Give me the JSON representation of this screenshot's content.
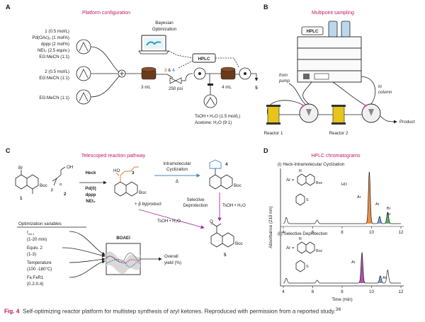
{
  "panels": {
    "A": {
      "letter": "A",
      "title": "Platform configuration",
      "feed1": [
        "1 (0.5 mol/L)",
        "Pd(OAc)₂ (1 mol%)",
        "dppp (2 mol%)",
        "NEt₃ (2.5 equiv.)",
        "EG:MeCN (1:1)"
      ],
      "feed2": [
        "2 (0.5 mol/L)",
        "EG:MeCN (1:1)"
      ],
      "feed3": "EG:MeCN (1:1)",
      "bayesian": [
        "Bayesian",
        "Optimization"
      ],
      "hplc": "HPLC",
      "stream34": "3 & 4",
      "reactor1": "3 mL",
      "bpr": "250 psi",
      "reactor2": "4 mL",
      "product5": "5",
      "acid_feed": [
        "TsOH • H₂O (1.5 mol/L)",
        "Acetone: H₂O (9:1)"
      ]
    },
    "B": {
      "letter": "B",
      "title": "Multipoint sampling",
      "hplc": "HPLC",
      "from_pump": [
        "from",
        "pump"
      ],
      "to_column": [
        "to",
        "column"
      ],
      "reactor1": "Reactor 1",
      "reactor2": "Reactor 2",
      "product": "Product"
    },
    "C": {
      "letter": "C",
      "title": "Telescoped reaction pathway",
      "cmpd1_sub": "Br",
      "cmpd1_boc": "Boc",
      "cmpd1_label": "1",
      "cmpd2_label": "2",
      "cmpd2_alpha": "α",
      "cmpd2_beta": "β",
      "reagents": [
        "Heck",
        "Pd(0)",
        "dppp",
        "NEt₃"
      ],
      "cmpd3_label": "3",
      "cmpd3_boc": "Boc",
      "cmpd3_ho": "HO",
      "byproduct": "+ β byproduct",
      "cyclization": [
        "Intramolecular",
        "Cyclization"
      ],
      "delta": "Δ",
      "cmpd4_label": "4",
      "cmpd4_boc": "Boc",
      "selective": [
        "Selective",
        "Deprotection"
      ],
      "tsoh1": "TsOH • H₂O",
      "tsoh2": "TsOH • H₂O",
      "cmpd5_label": "5",
      "cmpd5_boc": "Boc",
      "opt_title": "Optimization variables",
      "opt_vars": [
        "t",
        "(1-20 min)",
        "Equiv. 2",
        "(1-3)",
        "Temperature",
        "(100 -180°C)",
        "Fᴀ:FᴀR1",
        "(0.2-0.4)"
      ],
      "t_sub": "res,1",
      "boaei": "BOAEI",
      "overall": [
        "Overall",
        "yield (%)"
      ]
    },
    "D": {
      "letter": "D",
      "title": "HPLC chromatograms",
      "sub1": "(i) Heck-Intramolecular Cyclization",
      "sub2": "(ii) Selective Deprotection",
      "ar_eq": "Ar =",
      "r_label": "R",
      "boc": "Boc",
      "ylabel": "Absorbance (210 nm)",
      "xlabel": "Time (min)",
      "ticks": [
        "4",
        "6",
        "8",
        "10",
        "12"
      ],
      "peak_labels_top": [
        "Ar",
        "Br",
        "Ar",
        "HO",
        "Ar"
      ],
      "peak_labels_bottom": [
        "Ar",
        "Ar"
      ]
    }
  },
  "chart_data": [
    {
      "type": "line",
      "title": "(i) Heck-Intramolecular Cyclization",
      "xlabel": "Time (min)",
      "ylabel": "Absorbance (210 nm)",
      "xlim": [
        4,
        12
      ],
      "x_ticks": [
        4,
        6,
        8,
        10,
        12
      ],
      "series": [
        {
          "peaks": [
            {
              "t": 4.2,
              "h": 0.12,
              "color": "#333333"
            },
            {
              "t": 6.3,
              "h": 0.07,
              "color": "#333333"
            },
            {
              "t": 9.85,
              "h": 1.0,
              "color": "#e07a2e"
            },
            {
              "t": 10.55,
              "h": 0.14,
              "color": "#5b8fd0"
            },
            {
              "t": 11.1,
              "h": 0.22,
              "color": "#3aa14a"
            }
          ]
        }
      ]
    },
    {
      "type": "line",
      "title": "(ii) Selective Deprotection",
      "xlabel": "Time (min)",
      "ylabel": "Absorbance (210 nm)",
      "xlim": [
        4,
        12
      ],
      "x_ticks": [
        4,
        6,
        8,
        10,
        12
      ],
      "series": [
        {
          "peaks": [
            {
              "t": 4.2,
              "h": 0.12,
              "color": "#333333"
            },
            {
              "t": 6.3,
              "h": 0.07,
              "color": "#333333"
            },
            {
              "t": 9.35,
              "h": 0.75,
              "color": "#a0329e"
            },
            {
              "t": 10.6,
              "h": 0.18,
              "color": "#5b8fd0"
            },
            {
              "t": 11.1,
              "h": 0.32,
              "color": "#333333"
            }
          ]
        }
      ]
    }
  ],
  "caption": {
    "label": "Fig. 4",
    "text": "Self-optimizing reactor platform for multistep synthesis of aryl ketones. Reproduced with permission from a reported study.",
    "ref": "36"
  }
}
